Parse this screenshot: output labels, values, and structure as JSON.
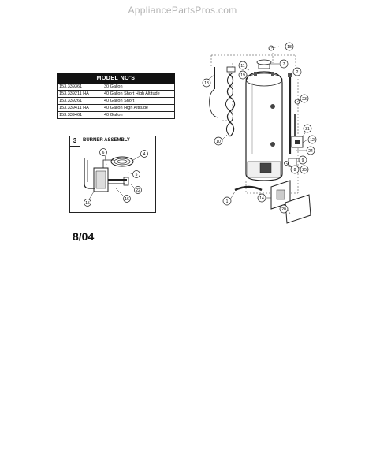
{
  "watermark": "AppliancePartsPros.com",
  "model_table": {
    "header": "MODEL NO'S",
    "rows": [
      {
        "model": "153.339361",
        "description": "30 Gallon"
      },
      {
        "model": "153.339211 HA",
        "description": "40 Gallon Short High Altitude"
      },
      {
        "model": "153.339261",
        "description": "40 Gallon Short"
      },
      {
        "model": "153.339411 HA",
        "description": "40 Gallon High Altitude"
      },
      {
        "model": "153.339461",
        "description": "40 Gallon"
      }
    ]
  },
  "burner_assembly": {
    "number": "3",
    "title": "BURNER ASSEMBLY",
    "callouts": [
      "6",
      "4",
      "5",
      "22",
      "16",
      "15"
    ]
  },
  "main_diagram": {
    "callouts": [
      "18",
      "7",
      "11",
      "19",
      "2",
      "13",
      "23",
      "10",
      "21",
      "12",
      "24",
      "9",
      "8",
      "25",
      "14",
      "1",
      "20"
    ]
  },
  "date_label": "8/04"
}
